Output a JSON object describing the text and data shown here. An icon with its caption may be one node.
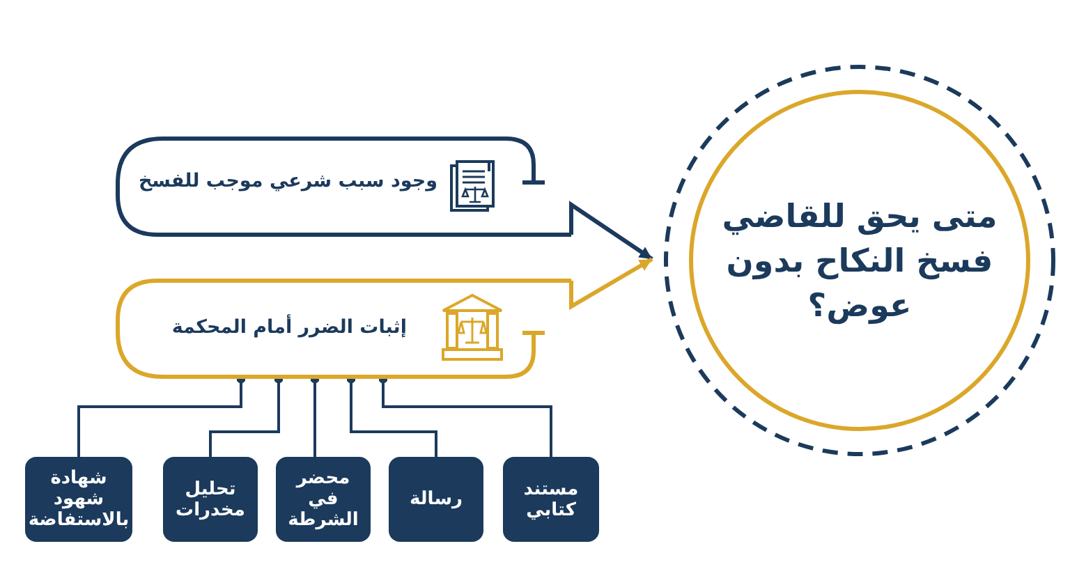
{
  "diagram": {
    "nodes": [
      {
        "text": [
          "متى يحق للقاضي فسخ النكاح بدون عوض؟"
        ]
      },
      {
        "text": [
          "وجود سبب شرعي موجب للفسخ"
        ]
      },
      {
        "text": [
          "إثبات الضرر أمام المحكمة"
        ]
      },
      {
        "text": [
          "مستند كتابي"
        ]
      },
      {
        "text": [
          "رسالة"
        ]
      },
      {
        "text": [
          "محضر في الشرطة"
        ]
      },
      {
        "text": [
          "تحليل مخدرات"
        ]
      },
      {
        "text": [
          "شهادة شهود بالاستفاضة"
        ]
      }
    ],
    "edges": [
      {
        "from": 1,
        "to": 0,
        "arrow": "to"
      },
      {
        "from": 2,
        "to": 0,
        "arrow": "to",
        "color": "#dba72a"
      },
      {
        "from": 2,
        "to": 3,
        "arrow": "other"
      },
      {
        "from": 2,
        "to": 4,
        "arrow": "other"
      },
      {
        "from": 2,
        "to": 5,
        "arrow": "other"
      },
      {
        "from": 2,
        "to": 6,
        "arrow": "other"
      },
      {
        "from": 2,
        "to": 7,
        "arrow": "other"
      }
    ]
  }
}
